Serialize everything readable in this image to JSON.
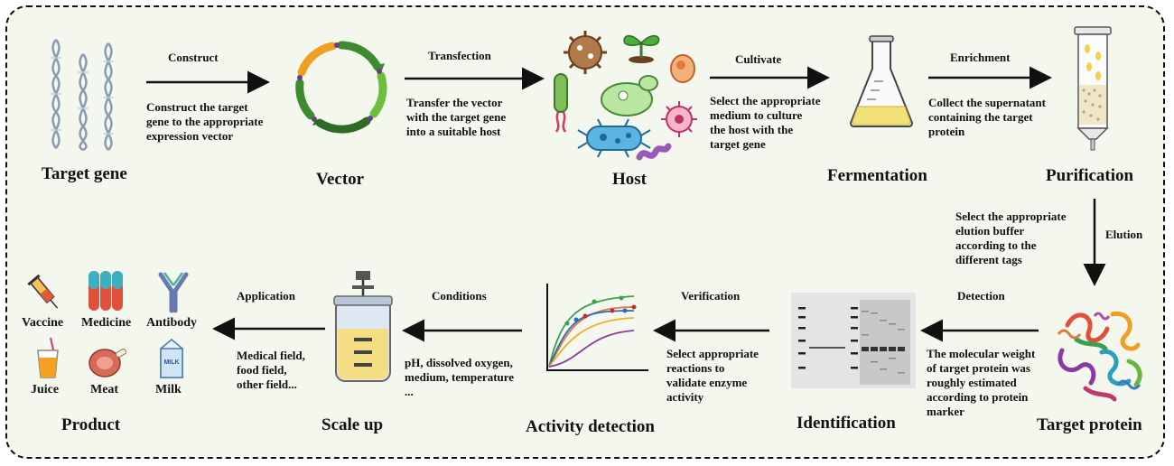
{
  "stages": {
    "target_gene": "Target gene",
    "vector": "Vector",
    "host": "Host",
    "fermentation": "Fermentation",
    "purification": "Purification",
    "target_protein": "Target protein",
    "identification": "Identification",
    "activity_detection": "Activity detection",
    "scale_up": "Scale up",
    "product": "Product"
  },
  "steps": {
    "construct": {
      "label": "Construct",
      "desc": "Construct the target\ngene to the appropriate\nexpression vector"
    },
    "transfection": {
      "label": "Transfection",
      "desc": "Transfer the vector\nwith the target gene\ninto a suitable host"
    },
    "cultivate": {
      "label": "Cultivate",
      "desc": "Select the appropriate\nmedium to culture\nthe host with the\ntarget gene"
    },
    "enrichment": {
      "label": "Enrichment",
      "desc": "Collect the supernatant\ncontaining the target\nprotein"
    },
    "elution": {
      "label": "Elution",
      "desc": "Select the appropriate\nelution buffer\naccording to the\ndifferent tags"
    },
    "detection": {
      "label": "Detection",
      "desc": "The molecular weight\nof target protein was\nroughly estimated\naccording to protein\nmarker"
    },
    "verification": {
      "label": "Verification",
      "desc": "Select appropriate\nreactions to\nvalidate enzyme\nactivity"
    },
    "conditions": {
      "label": "Conditions",
      "desc": "pH, dissolved oxygen,\nmedium, temperature\n..."
    },
    "application": {
      "label": "Application",
      "desc": "Medical field,\nfood field,\nother field..."
    }
  },
  "products": [
    "Vaccine",
    "Medicine",
    "Antibody",
    "Juice",
    "Meat",
    "Milk"
  ],
  "milk_carton_text": "MILK",
  "colors": {
    "arrow": "#111111",
    "frame_bg": "#f4f7ee",
    "vector_green": "#3e8a2e",
    "vector_orange": "#f0a020",
    "medium_yellow": "#f3e27a"
  }
}
